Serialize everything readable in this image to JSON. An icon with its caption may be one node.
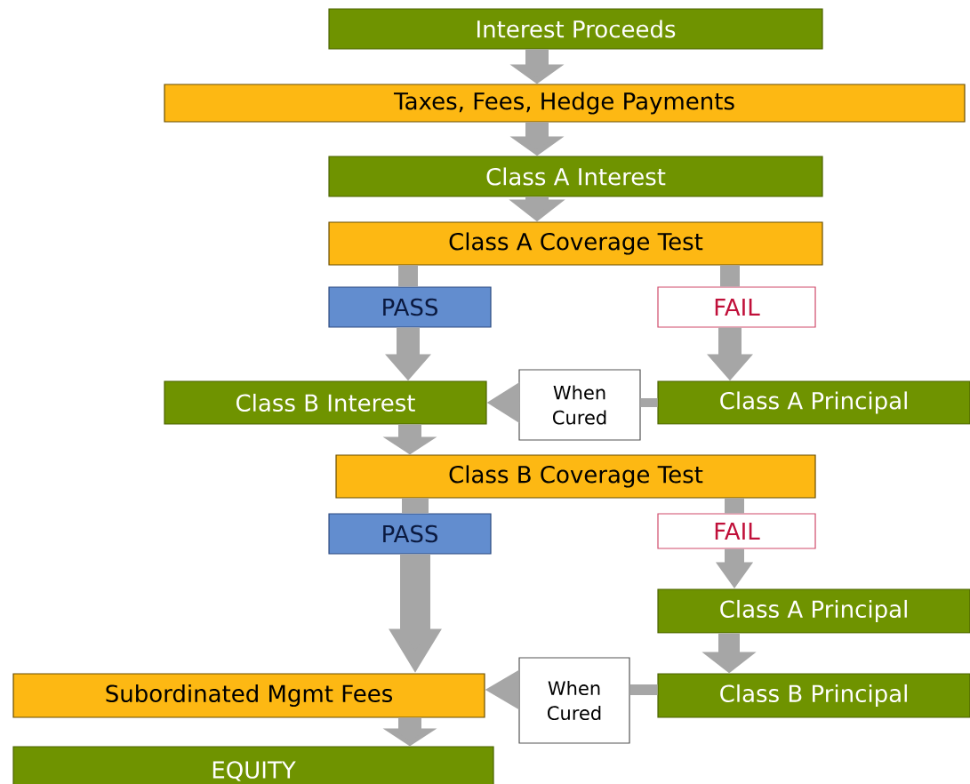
{
  "diagram": {
    "nodes": [
      {
        "text": [
          "Interest Proceeds"
        ]
      },
      {
        "text": [
          "Taxes, Fees, Hedge Payments"
        ]
      },
      {
        "text": [
          "Class A Interest"
        ]
      },
      {
        "text": [
          "Class A Coverage Test"
        ]
      },
      {
        "text": [
          "PASS"
        ]
      },
      {
        "text": [
          "FAIL"
        ]
      },
      {
        "text": [
          "Class B Interest"
        ]
      },
      {
        "text": [
          "When Cured"
        ]
      },
      {
        "text": [
          "Class A Principal"
        ]
      },
      {
        "text": [
          "Class B Coverage Test"
        ]
      },
      {
        "text": [
          "PASS"
        ]
      },
      {
        "text": [
          "FAIL"
        ]
      },
      {
        "text": [
          "Class A Principal"
        ]
      },
      {
        "text": [
          "Class B Principal"
        ]
      },
      {
        "text": [
          "Subordinated  Mgmt Fees"
        ]
      },
      {
        "text": [
          "When Cured"
        ]
      },
      {
        "text": [
          "EQUITY"
        ]
      }
    ],
    "edges": [
      {
        "from": 0,
        "to": 1,
        "arrow": "to"
      },
      {
        "from": 1,
        "to": 2,
        "arrow": "to"
      },
      {
        "from": 2,
        "to": 3,
        "arrow": "to"
      },
      {
        "from": 3,
        "to": 4,
        "arrow": "none"
      },
      {
        "from": 3,
        "to": 5,
        "arrow": "none"
      },
      {
        "from": 4,
        "to": 6,
        "arrow": "to"
      },
      {
        "from": 5,
        "to": 8,
        "arrow": "to"
      },
      {
        "from": 8,
        "to": 7,
        "arrow": "none"
      },
      {
        "from": 7,
        "to": 6,
        "arrow": "to"
      },
      {
        "from": 6,
        "to": 9,
        "arrow": "to"
      },
      {
        "from": 9,
        "to": 10,
        "arrow": "none"
      },
      {
        "from": 9,
        "to": 11,
        "arrow": "none"
      },
      {
        "from": 10,
        "to": 14,
        "arrow": "to"
      },
      {
        "from": 11,
        "to": 12,
        "arrow": "to"
      },
      {
        "from": 12,
        "to": 13,
        "arrow": "to"
      },
      {
        "from": 13,
        "to": 15,
        "arrow": "none"
      },
      {
        "from": 15,
        "to": 14,
        "arrow": "to"
      },
      {
        "from": 14,
        "to": 16,
        "arrow": "to"
      }
    ]
  }
}
